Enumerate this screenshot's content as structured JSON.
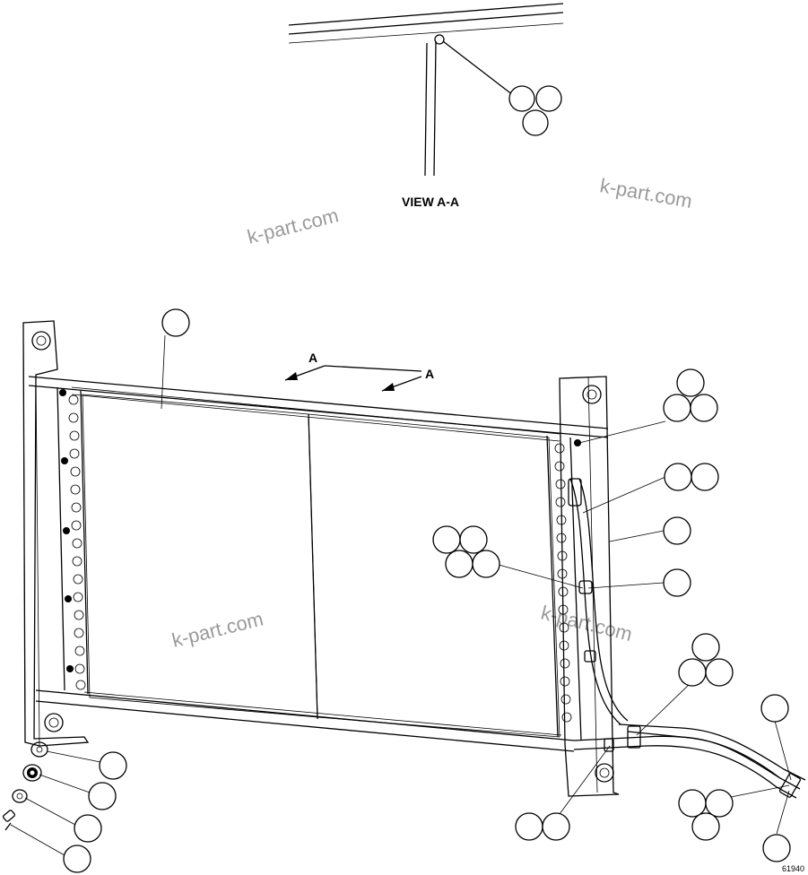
{
  "view_title": "VIEW A-A",
  "section_markers": [
    "A",
    "A"
  ],
  "watermarks": [
    "k-part.com",
    "k-part.com",
    "k-part.com",
    "k-part.com"
  ],
  "drawing_number": "61940"
}
